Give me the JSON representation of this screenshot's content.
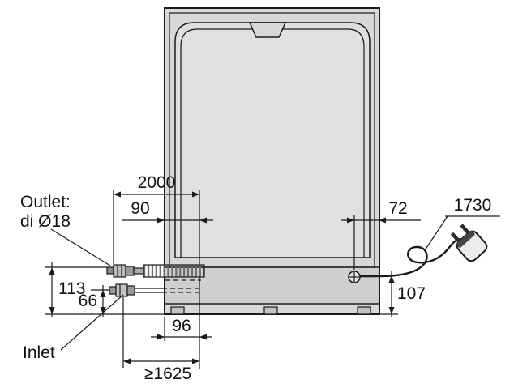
{
  "diagram": {
    "title": "appliance-rear-installation-dimensions",
    "callouts": {
      "outlet_line1": "Outlet:",
      "outlet_line2": "di Ø18",
      "inlet": "Inlet"
    },
    "dimensions": {
      "drain_hose_length": "2000",
      "drain_hose_side_offset": "90",
      "cable_side_offset": "72",
      "power_cable_length": "1730",
      "drain_outlet_height": "113",
      "inlet_height": "66",
      "cable_exit_height": "107",
      "drain_end_offset": "96",
      "inlet_hose_min_length": "≥1625"
    },
    "colors": {
      "line": "#1a1a1a",
      "body_fill": "#d8d8d8",
      "panel_fill": "#e0e0e0",
      "base_fill": "#cfcfcf",
      "foot_fill": "#c2c2c2",
      "background": "#ffffff"
    }
  }
}
